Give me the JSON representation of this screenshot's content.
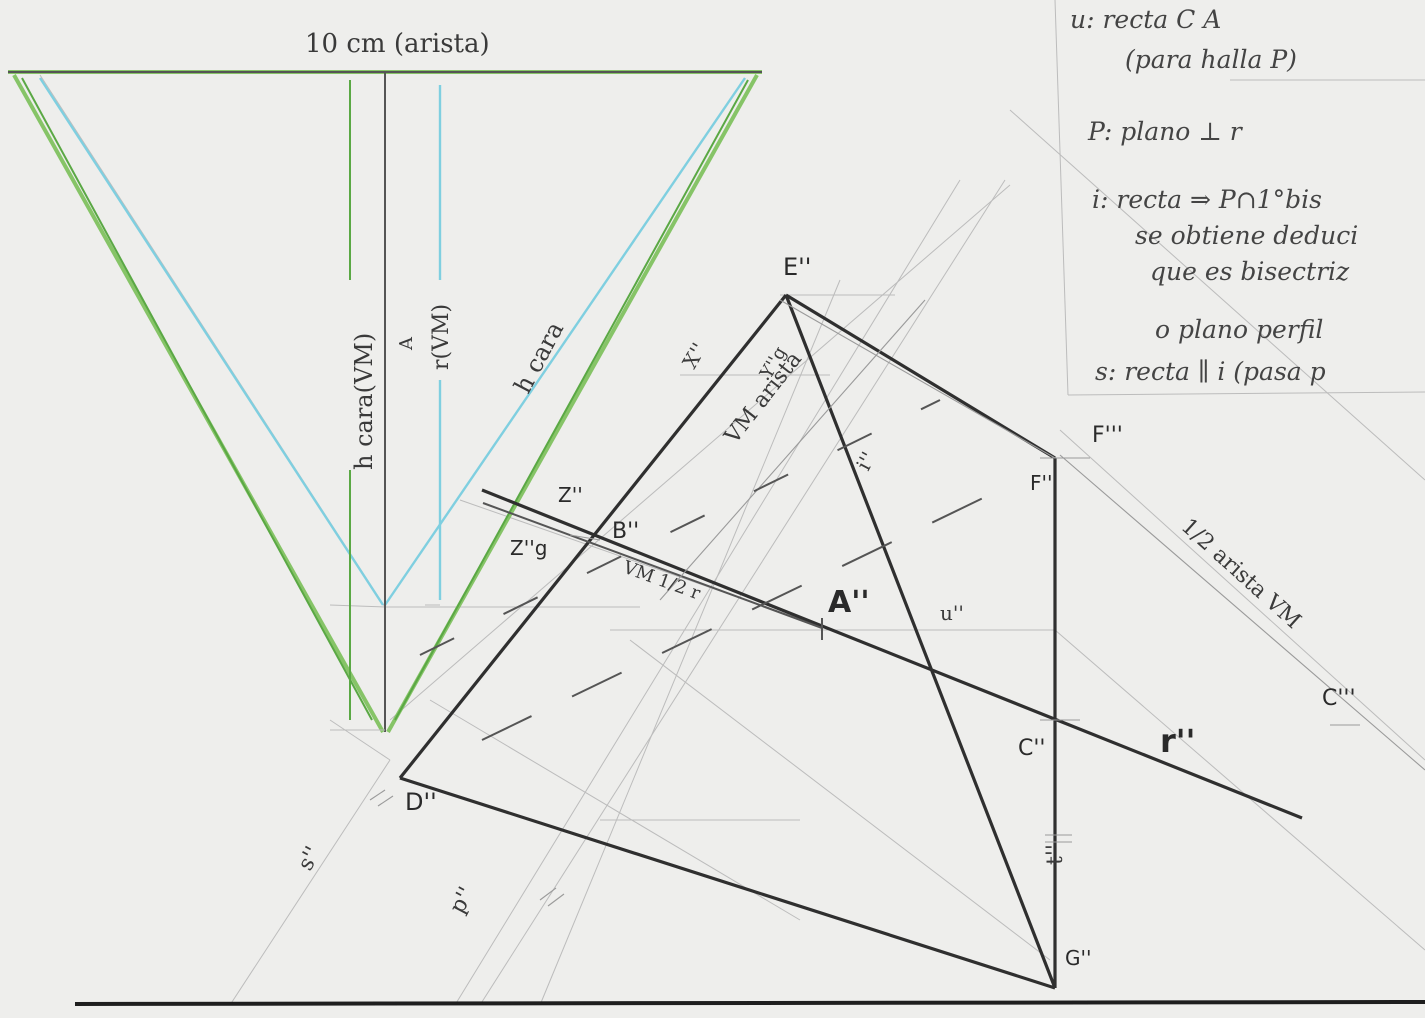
{
  "top_label": "10 cm (arista)",
  "vertical_labels": {
    "h_cara_vm": "h cara(VM)",
    "r_vm": "r(VM)",
    "h_cara": "h cara",
    "a_small": "A"
  },
  "point_labels": {
    "E": "E''",
    "F2": "F''",
    "F3": "F'''",
    "B": "B''",
    "A": "A''",
    "C2": "C''",
    "C3": "C'''",
    "D": "D''",
    "G": "G''",
    "Z": "Z''",
    "Zg": "Z''g",
    "X": "X''",
    "Yg": "Y''g",
    "r": "r''",
    "s": "s''",
    "p": "p''",
    "t": "t''",
    "u": "u''",
    "i": "i''"
  },
  "line_labels": {
    "vm_arista": "VM arista",
    "vm_half_r": "VM 1/2 r",
    "half_arista_vm": "1/2 arista VM"
  },
  "notes": [
    "u: recta C A",
    "(para halla P)",
    "P: plano ⊥ r",
    "i: recta ⇒ P∩1°bis",
    "se obtiene deduci",
    "que es bisectriz",
    "o plano perfil",
    "s: recta ∥ i (pasa p"
  ],
  "colors": {
    "paper": "#eeeeec",
    "pencil": "#2f2f2f",
    "green": "#7fc160",
    "cyan": "#7fcfe0"
  }
}
